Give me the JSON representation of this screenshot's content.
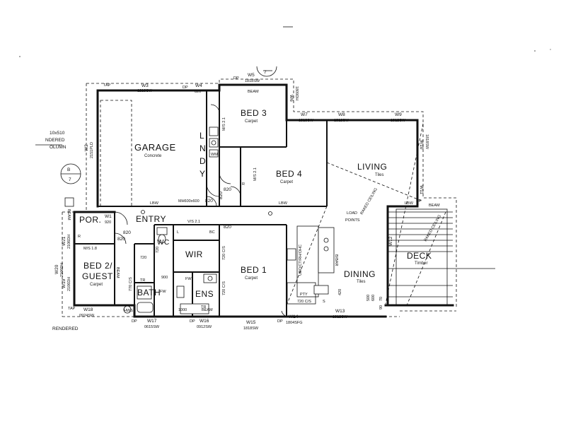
{
  "rooms": {
    "garage": "GARAGE",
    "garage_floor": "Concrete",
    "bed3": "BED 3",
    "bed3_floor": "Carpet",
    "bed4": "BED 4",
    "bed4_floor": "Carpet",
    "living": "LIVING",
    "living_floor": "Tiles",
    "lndy": [
      "L",
      "N",
      "D",
      "Y"
    ],
    "por": "POR.",
    "entry": "ENTRY",
    "wc": "WC",
    "wir": "WIR",
    "bed1": "BED 1",
    "bed1_floor": "Carpet",
    "dining": "DINING",
    "dining_floor": "Tiles",
    "deck": "DECK",
    "deck_floor": "Timber",
    "bed2": "BED 2/",
    "guest": "GUEST",
    "bed2_floor": "Carpet",
    "bath": "BATH",
    "ens": "ENS"
  },
  "windows": {
    "w3": "W3",
    "w3_size": "1218SW",
    "w4": "W4",
    "w4_size": "820",
    "w5": "W5",
    "w5_size": "1818SW",
    "w6": "W6",
    "w6_size": "1809DH",
    "w7": "W7",
    "w7_size": "1818SW",
    "w8": "W8",
    "w8_size": "1812SW",
    "w9": "W9",
    "w9_size": "1812SW",
    "w10": "W10",
    "w10_size": "1818SW",
    "w11": "W11",
    "w12": "W12",
    "w13": "W13",
    "w13_size": "1812SW",
    "w14": "W14",
    "w14_size": "1804SFG",
    "w15": "W15",
    "w15_size": "1818SW",
    "w16": "W16",
    "w16_size": "0912SW",
    "w17": "W17",
    "w17_size": "0615SW",
    "w18": "W18",
    "w18_size": "0924SW",
    "w19": "W19",
    "w19_size": "2106DH",
    "w20": "W20",
    "w20_size": "2106DH",
    "w21": "W21",
    "w21_size": "2106DH",
    "w2": "W2",
    "w2_size": "2151PLD",
    "w1": "W1",
    "w1_size": "920"
  },
  "labels": {
    "tap": "TAP",
    "dp": "DP",
    "beam": "BEAM",
    "lbw": "LBW",
    "ms21": "M/S 2.1",
    "ms18": "M/S 1.8",
    "vs21": "V/S 2.1",
    "load_points": [
      "LOAD",
      "POINTS"
    ],
    "raked_ceiling": "RAKED CEILING",
    "manhole": "MH600x600",
    "d820": "820",
    "d720": "720",
    "d900": "900",
    "d1000": "1000",
    "d420": "420",
    "d500": "500",
    "d600": "600",
    "d70": "70",
    "d90": "90",
    "cs720": "720 C/S",
    "cs770": "770 C/S",
    "bc": "BC",
    "l": "L",
    "r": "R",
    "wm": "WM",
    "tr": "TR",
    "fw": "FW",
    "hws": "HWS",
    "pty": "PTY",
    "s": "S",
    "bbar": "B/BAR",
    "oven": "UBO/CT/RH/OHC",
    "section_b": "B",
    "section_7": "7",
    "col_1": "10x510",
    "col_2": "NDERED",
    "col_3": "OLUMN",
    "rendered": "RENDERED"
  }
}
